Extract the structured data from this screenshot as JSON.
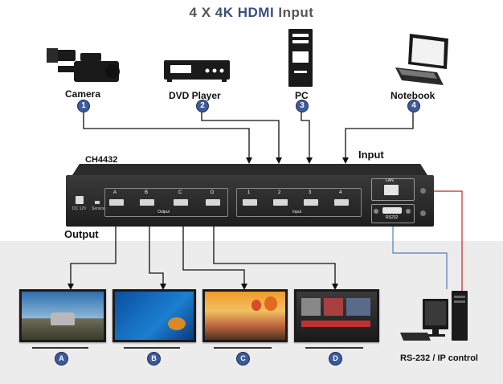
{
  "title": {
    "prefix": "4 X ",
    "highlight": "4K HDMI",
    "suffix": " Input"
  },
  "model": "CH4432",
  "input_label": "Input",
  "output_label": "Output",
  "control_label": "RS-232 / IP control",
  "sources": [
    {
      "name": "Camera",
      "number": "1"
    },
    {
      "name": "DVD Player",
      "number": "2"
    },
    {
      "name": "PC",
      "number": "3"
    },
    {
      "name": "Notebook",
      "number": "4"
    }
  ],
  "displays": [
    "A",
    "B",
    "C",
    "D"
  ],
  "device": {
    "output_port_labels": [
      "A",
      "B",
      "C",
      "D"
    ],
    "input_port_labels": [
      "1",
      "2",
      "3",
      "4"
    ],
    "output_group_label": "Output",
    "input_group_label": "Input",
    "lan_label": "LAN",
    "rs232_label": "RS232",
    "power_label": "DC 12V",
    "service_label": "Service"
  },
  "colors": {
    "accent": "#3d5a99",
    "rs232_line": "#4f7fbf",
    "lan_line": "#cc2222"
  }
}
